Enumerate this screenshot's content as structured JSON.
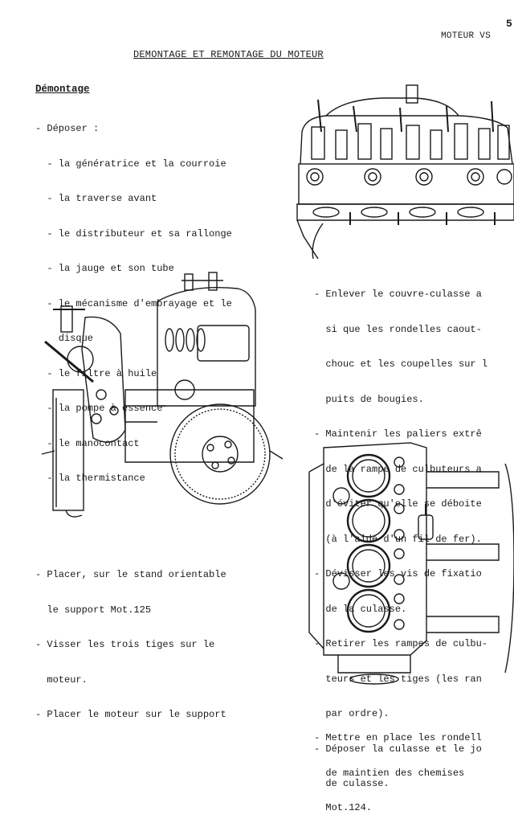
{
  "page": {
    "page_number": "5",
    "running_header": "MOTEUR VS",
    "title": "DEMONTAGE ET REMONTAGE DU MOTEUR",
    "section_heading": "Démontage"
  },
  "instructions": {
    "depose": [
      "- Déposer :",
      "  - la génératrice et la courroie",
      "  - la traverse avant",
      "  - le distributeur et sa rallonge",
      "  - la jauge et son tube",
      "  - le mécanisme d'embrayage et le",
      "    disque",
      "  - le filtre à huile",
      "  - la pompe à essence",
      "  - le manocontact",
      "  - la thermistance"
    ],
    "culasse": [
      "- Enlever le couvre-culasse a",
      "  si que les rondelles caout-",
      "  chouc et les coupelles sur l",
      "  puits de bougies.",
      "- Maintenir les paliers extrê",
      "  de la rampe de culbuteurs a",
      "  d'éviter qu'elle se déboite",
      "  (à l'aide d'un fil de fer).",
      "- Dévisser les vis de fixatio",
      "  de la culasse.",
      "- Retirer les rampes de culbu-",
      "  teurs et les tiges (les ran",
      "  par ordre).",
      "- Déposer la culasse et le jo",
      "  de culasse."
    ],
    "support": [
      "- Placer, sur le stand orientable",
      "  le support Mot.125",
      "- Visser les trois tiges sur le",
      "  moteur.",
      "- Placer le moteur sur le support"
    ],
    "chemises": [
      "- Mettre en place les rondell",
      "  de maintien des chemises",
      "  Mot.124."
    ]
  },
  "figures": {
    "ink_color": "#1a1a1a"
  }
}
